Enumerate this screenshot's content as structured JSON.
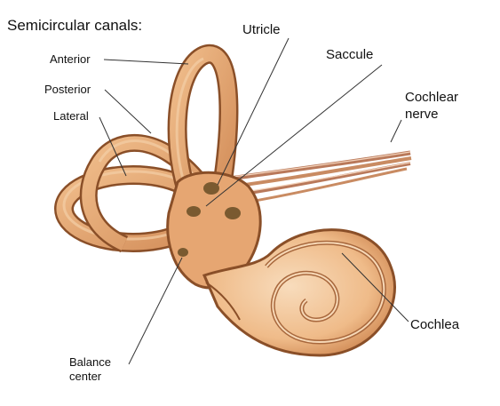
{
  "labels": {
    "title": "Semicircular canals:",
    "anterior": "Anterior",
    "posterior": "Posterior",
    "lateral": "Lateral",
    "utricle": "Utricle",
    "saccule": "Saccule",
    "cochlear_nerve_line1": "Cochlear",
    "cochlear_nerve_line2": "nerve",
    "cochlea": "Cochlea",
    "balance_center_line1": "Balance",
    "balance_center_line2": "center"
  },
  "colors": {
    "canal_fill": "#e3a777",
    "canal_edge": "#8a4f28",
    "canal_highlight": "#f4cfa6",
    "cochlea_fill": "#f2c79b",
    "cochlea_shade": "#d99a66",
    "nerve": "#c98b62",
    "leader_line": "#333333"
  }
}
